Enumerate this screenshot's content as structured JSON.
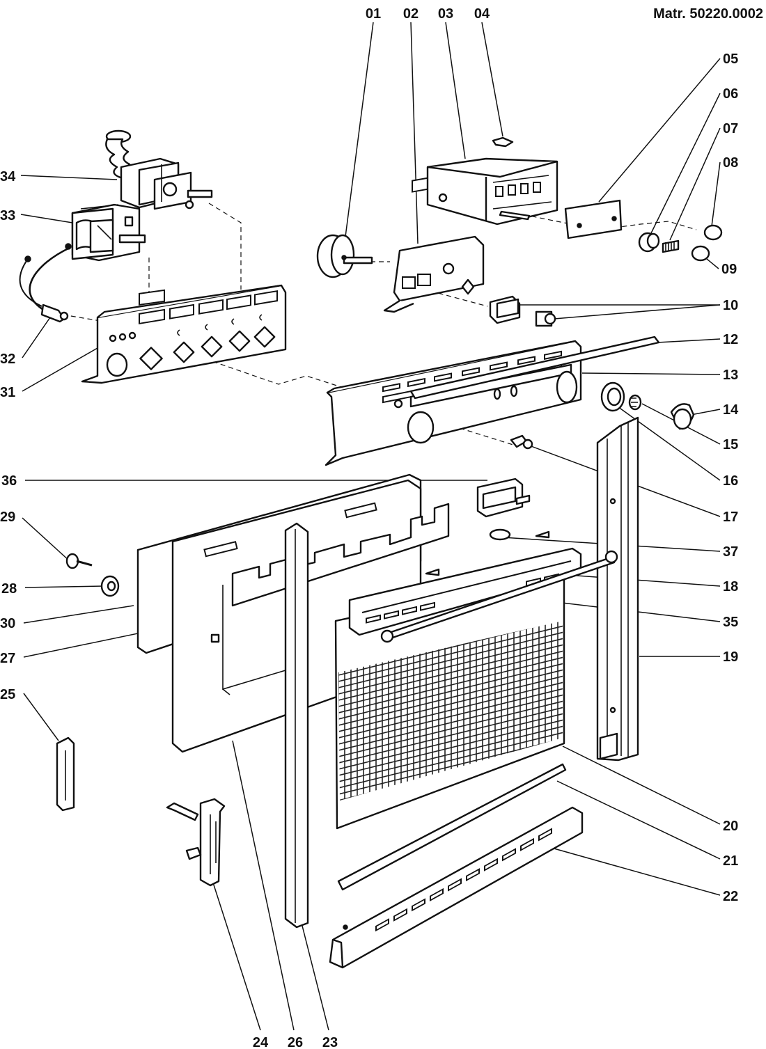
{
  "header": {
    "material_number": "Matr. 50220.0002"
  },
  "callouts": [
    {
      "id": "01",
      "label": "01"
    },
    {
      "id": "02",
      "label": "02"
    },
    {
      "id": "03",
      "label": "03"
    },
    {
      "id": "04",
      "label": "04"
    },
    {
      "id": "05",
      "label": "05"
    },
    {
      "id": "06",
      "label": "06"
    },
    {
      "id": "07",
      "label": "07"
    },
    {
      "id": "08",
      "label": "08"
    },
    {
      "id": "09",
      "label": "09"
    },
    {
      "id": "10",
      "label": "10"
    },
    {
      "id": "12",
      "label": "12"
    },
    {
      "id": "13",
      "label": "13"
    },
    {
      "id": "14",
      "label": "14"
    },
    {
      "id": "15",
      "label": "15"
    },
    {
      "id": "16",
      "label": "16"
    },
    {
      "id": "17",
      "label": "17"
    },
    {
      "id": "37",
      "label": "37"
    },
    {
      "id": "18",
      "label": "18"
    },
    {
      "id": "35",
      "label": "35"
    },
    {
      "id": "19",
      "label": "19"
    },
    {
      "id": "20",
      "label": "20"
    },
    {
      "id": "21",
      "label": "21"
    },
    {
      "id": "22",
      "label": "22"
    },
    {
      "id": "34",
      "label": "34"
    },
    {
      "id": "33",
      "label": "33"
    },
    {
      "id": "32",
      "label": "32"
    },
    {
      "id": "31",
      "label": "31"
    },
    {
      "id": "36",
      "label": "36"
    },
    {
      "id": "29",
      "label": "29"
    },
    {
      "id": "28",
      "label": "28"
    },
    {
      "id": "30",
      "label": "30"
    },
    {
      "id": "27",
      "label": "27"
    },
    {
      "id": "25",
      "label": "25"
    },
    {
      "id": "24",
      "label": "24"
    },
    {
      "id": "26",
      "label": "26"
    },
    {
      "id": "23",
      "label": "23"
    }
  ]
}
